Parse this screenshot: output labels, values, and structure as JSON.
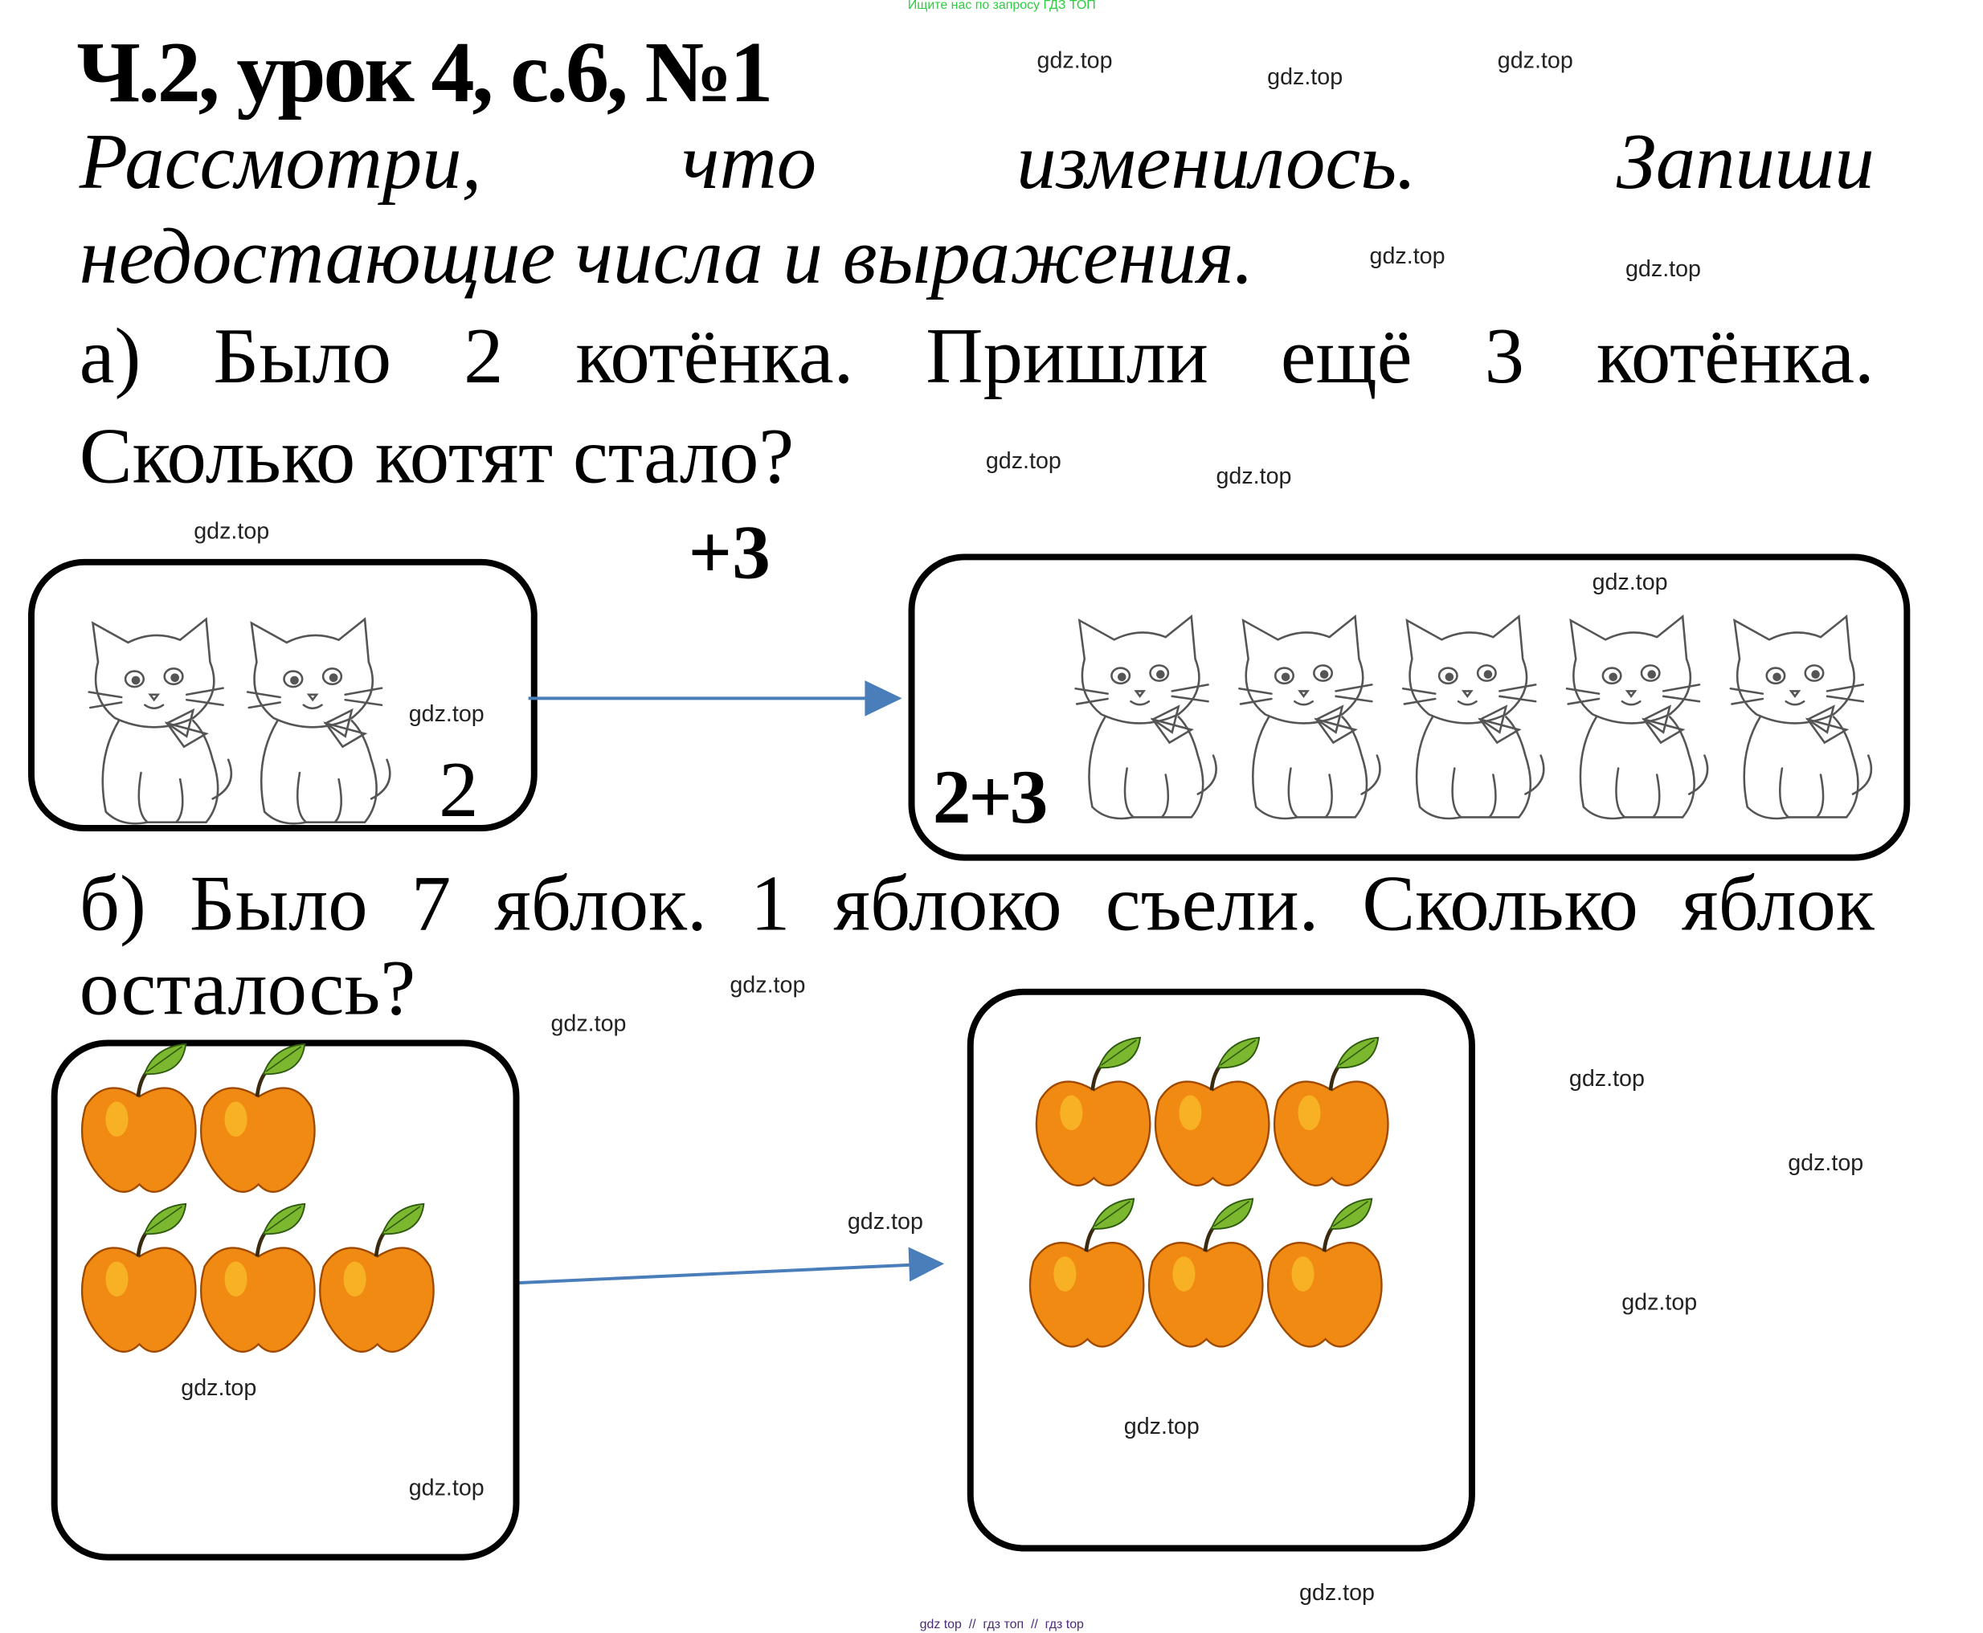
{
  "top_note": "Ищите нас по запросу ГДЗ ТОП",
  "title": "Ч.2, урок 4, с.6, №1",
  "instruction": {
    "line1": [
      "Рассмотри,",
      "что",
      "изменилось.",
      "Запиши"
    ],
    "line2": "недостающие числа и выражения."
  },
  "task_a": {
    "line1": [
      "а)",
      "Было",
      "2",
      "котёнка.",
      "Пришли",
      "ещё",
      "3",
      "котёнка."
    ],
    "line2": "Сколько котят стало?",
    "operation": "+3",
    "start_count": "2",
    "expression": "2+3"
  },
  "task_b": {
    "line1": [
      "б)",
      "Было",
      "7",
      "яблок.",
      "1",
      "яблоко",
      "съели.",
      "Сколько",
      "яблок"
    ],
    "line2": "осталось?"
  },
  "watermark": "gdz.top",
  "footer": "gdz top  //  гдз топ  //  гдз top",
  "colors": {
    "arrow": "#4a7ebb",
    "apple": "#f08a12",
    "leaf": "#7cb82f",
    "top_note": "#2ecc40",
    "footer": "#4b2a7b"
  }
}
